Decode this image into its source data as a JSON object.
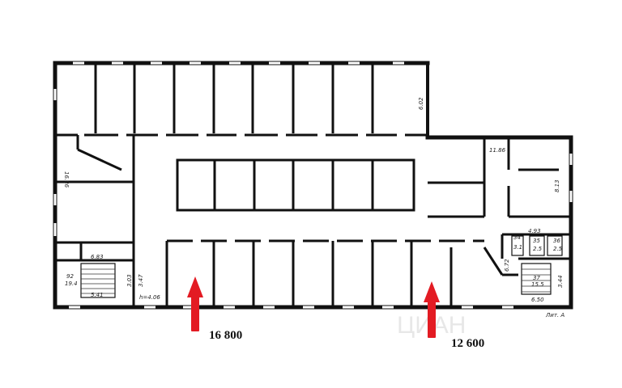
{
  "annotations": {
    "area_left": "16 800",
    "area_right": "12 600"
  },
  "arrow_color": "#e31b23",
  "dimensions": {
    "d_602": "6.02",
    "d_1886": "11.86",
    "d_1686": "16.86",
    "d_813": "8.13",
    "d_683": "6.83",
    "d_493": "4.93",
    "d_672": "6.72",
    "d_303": "3.03",
    "d_347": "3.47",
    "d_541": "5.41",
    "d_194": "19.4",
    "d_92": "92",
    "d_155": "15.5",
    "d_37": "37",
    "d_344": "3.44",
    "d_650": "6.50",
    "d_31": "3.1",
    "d_34": "34",
    "d_25a": "2.5",
    "d_25b": "2.5",
    "d_35": "35",
    "d_36": "36",
    "d_h406": "h=4.06",
    "sheet_label": "Лит. А"
  },
  "watermark": "ЦИАН"
}
